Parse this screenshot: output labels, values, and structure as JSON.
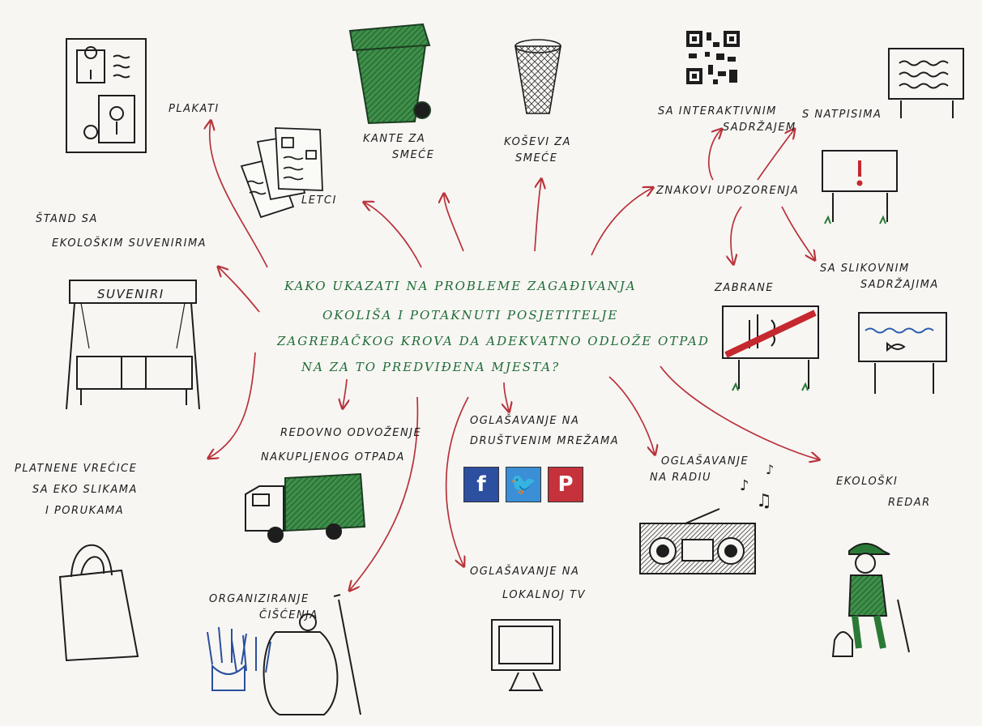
{
  "colors": {
    "question": "#1f6b36",
    "arrow": "#b8323a",
    "ink": "#1d1d1d",
    "bin": "#2e7d3c",
    "glove": "#2a4f9c"
  },
  "question": [
    "Kako ukazati na probleme zagađivanja",
    "okoliša i potaknuti posjetitelje",
    "zagrebačkog krova da adekvatno odlože otpad",
    "na za to predviđena mjesta?"
  ],
  "nodes": {
    "plakati": "Plakati",
    "letci": "Letci",
    "kante": [
      "Kante za",
      "smeće"
    ],
    "kosevi": [
      "Koševi za",
      "smeće"
    ],
    "znakovi": "Znakovi upozorenja",
    "interaktivni": [
      "Sa interaktivnim",
      "sadržajem"
    ],
    "natpisi": "S natpisima",
    "zabrane": "Zabrane",
    "slikovni": [
      "Sa slikovnim",
      "sadržajima"
    ],
    "stand": [
      "Štand sa",
      "ekološkim suvenirima"
    ],
    "suveniri_sign": "Suveniri",
    "vrecice": [
      "Platnene vrećice",
      "sa eko slikama",
      "i porukama"
    ],
    "odvozenje": [
      "Redovno odvoženje",
      "nakupljenog otpada"
    ],
    "mreze": [
      "Oglašavanje na",
      "društvenim mrežama"
    ],
    "radio": [
      "Oglašavanje",
      "na radiu"
    ],
    "redar": [
      "Ekološki",
      "redar"
    ],
    "tv": [
      "Oglašavanje na",
      "lokalnoj TV"
    ],
    "ciscenje": [
      "Organiziranje",
      "čišćenja"
    ]
  },
  "social": [
    {
      "name": "facebook-icon",
      "glyph": "f",
      "color": "#2d4fa0"
    },
    {
      "name": "twitter-icon",
      "glyph": "🐦",
      "color": "#3a8fd6"
    },
    {
      "name": "pinterest-icon",
      "glyph": "P",
      "color": "#c5323c"
    }
  ]
}
